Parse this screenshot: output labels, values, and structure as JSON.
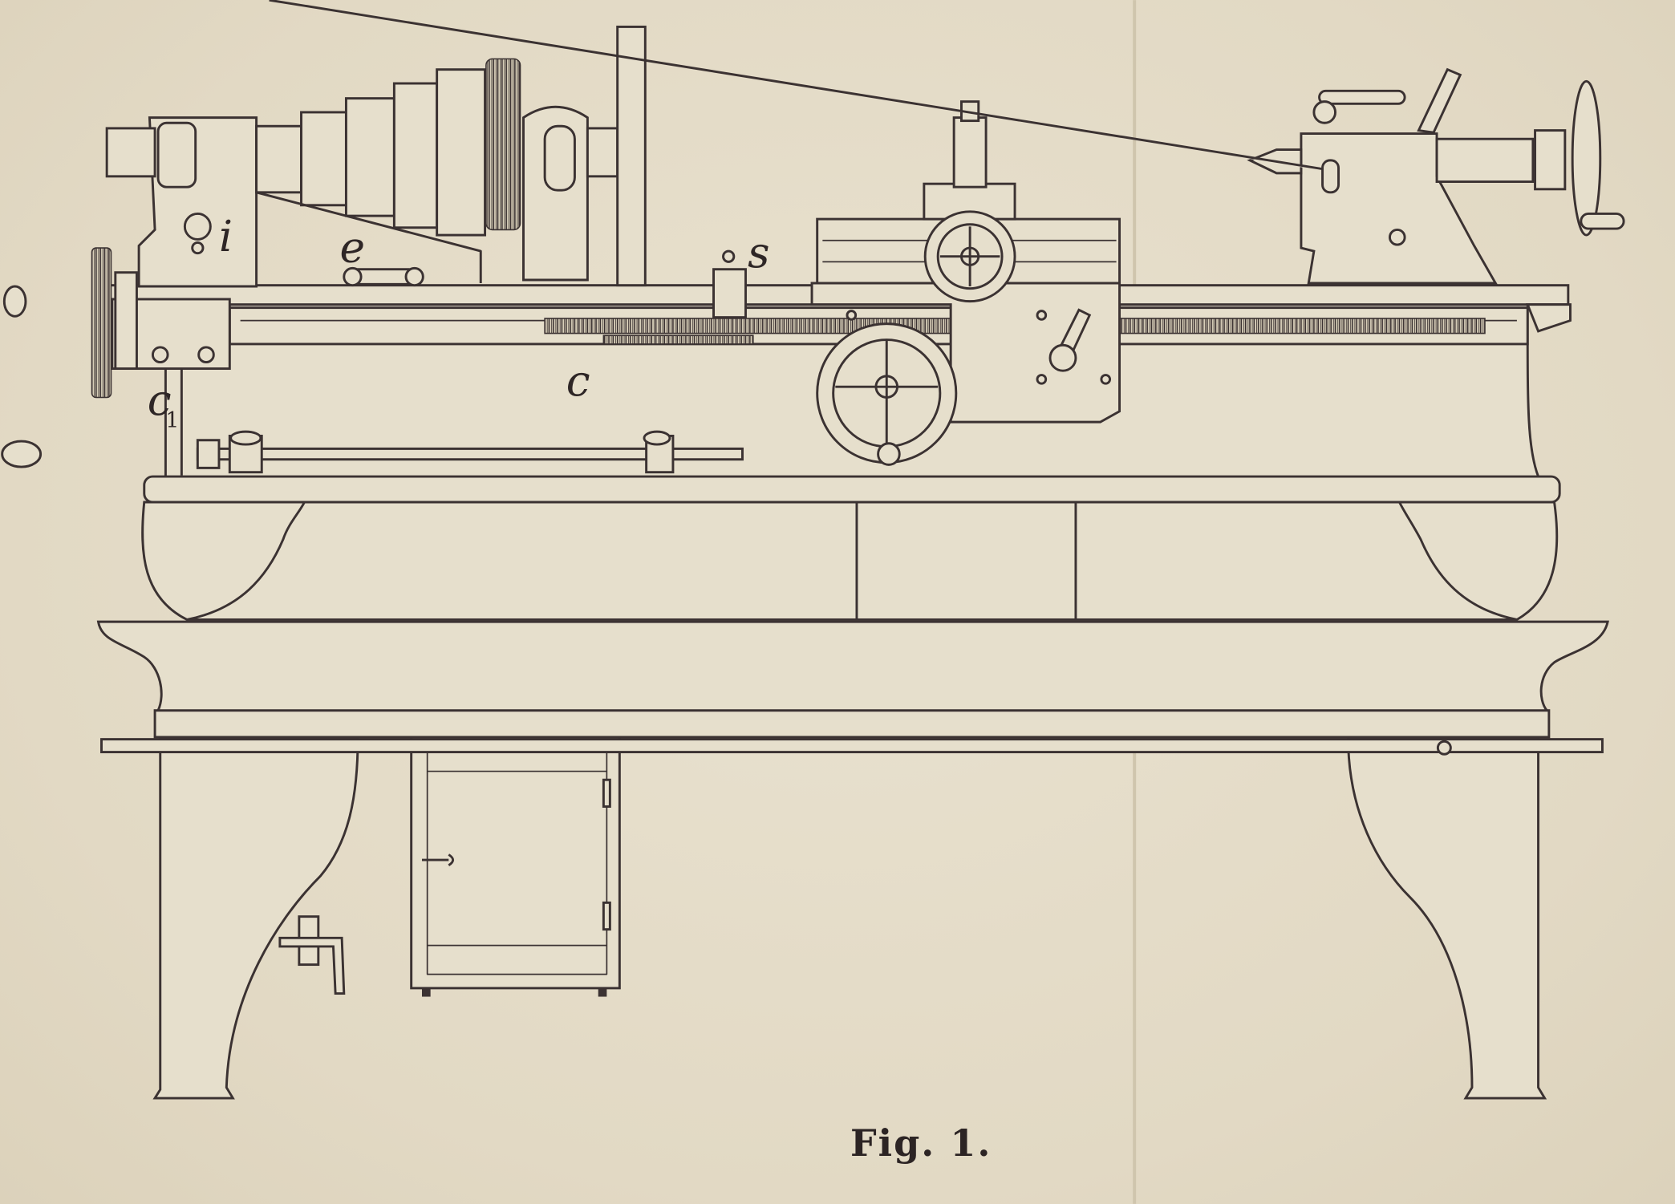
{
  "figure": {
    "caption": "Fig. 1.",
    "labels": {
      "i": {
        "letter": "i"
      },
      "e": {
        "letter": "e"
      },
      "s": {
        "letter": "s"
      },
      "c": {
        "letter": "c"
      },
      "c1": {
        "letter": "c",
        "sub": "1"
      }
    }
  },
  "colors": {
    "paper": "#e4dcc8",
    "ink": "#3b3232"
  }
}
